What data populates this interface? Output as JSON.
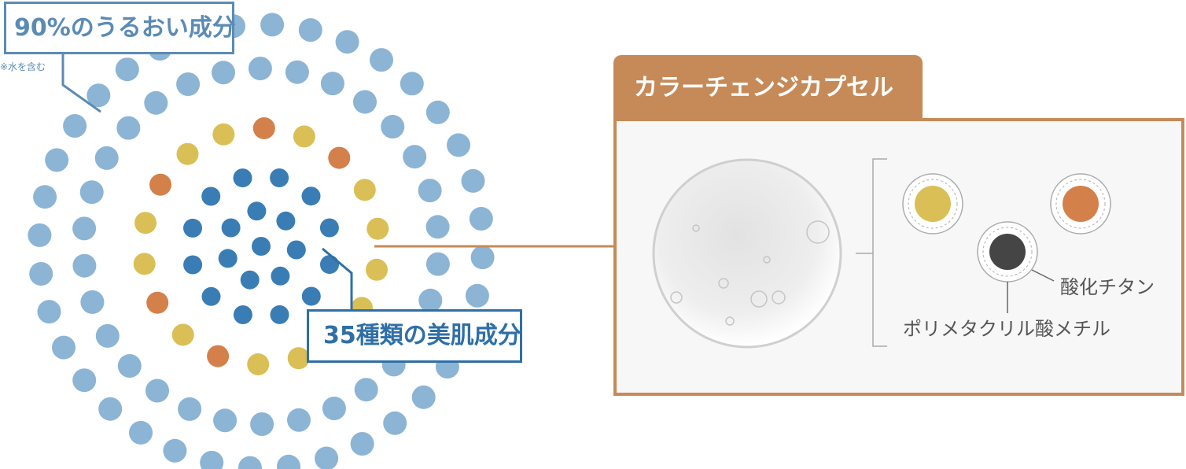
{
  "outer_label": {
    "text": "90%のうるおい成分",
    "note": "※水を含む"
  },
  "inner_label": {
    "text": "35種類の美肌成分"
  },
  "panel": {
    "title": "カラーチェンジカプセル",
    "labels": {
      "titanium": "酸化チタン",
      "pmma": "ポリメタクリル酸メチル"
    }
  },
  "colors": {
    "outer_blue": "#8cb4d4",
    "inner_blue": "#3a7db5",
    "orange": "#d4804a",
    "gold": "#d9bf55",
    "accent": "#c68a58",
    "dark": "#454545"
  }
}
